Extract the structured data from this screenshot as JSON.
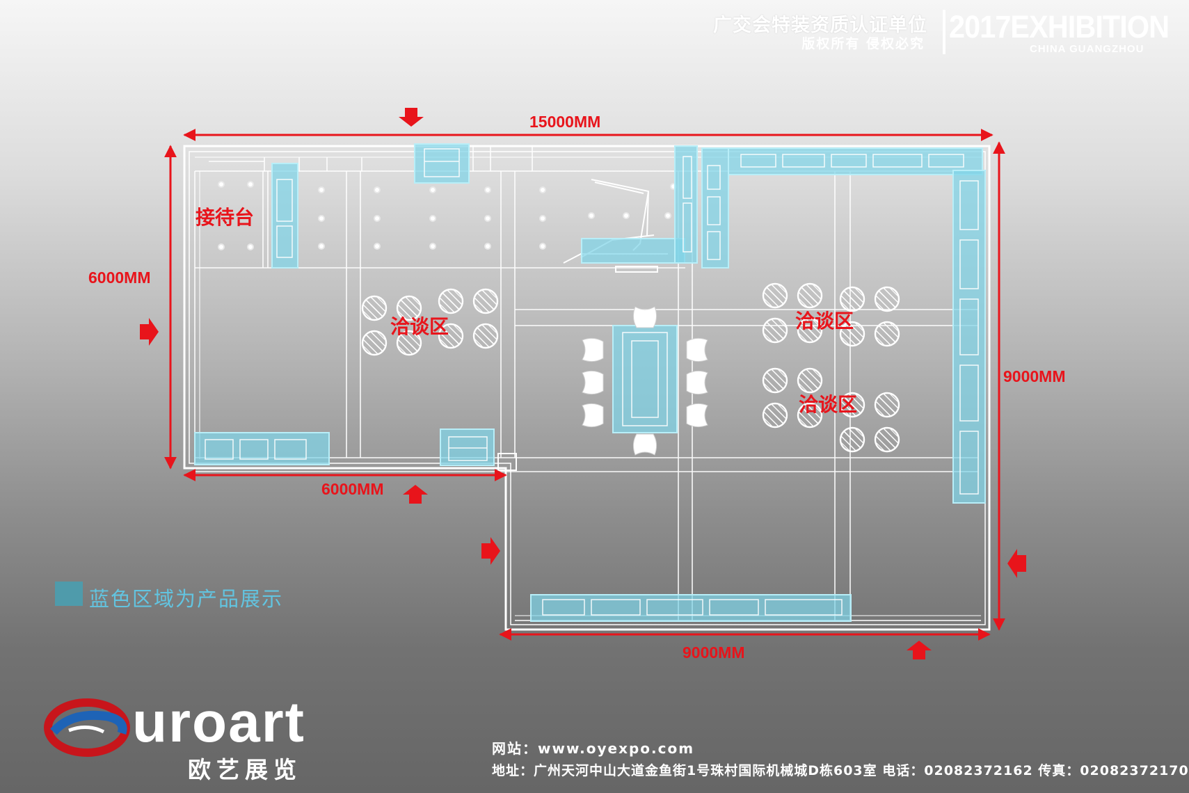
{
  "header": {
    "title_cn": "广交会特装资质认证单位",
    "rights_cn": "版权所有 侵权必究",
    "year_exhibition": "2017EXHIBITION",
    "location": "CHINA GUANGZHOU"
  },
  "dimensions": {
    "top": "15000MM",
    "left": "6000MM",
    "right": "9000MM",
    "bottom_left": "6000MM",
    "bottom_right": "9000MM"
  },
  "zones": {
    "reception": "接待台",
    "negotiation_1": "洽谈区",
    "negotiation_2": "洽谈区",
    "negotiation_3": "洽谈区"
  },
  "legend": {
    "text": "蓝色区域为产品展示",
    "color": "#4f9bab"
  },
  "footer": {
    "website": "网站：www.oyexpo.com",
    "address": "地址：广州天河中山大道金鱼街1号珠村国际机械城D栋603室 电话：02082372162 传真：02082372170"
  },
  "logo": {
    "word": "uroart",
    "cn": "欧艺展览"
  },
  "colors": {
    "accent": "#e8141b",
    "display_area": "#7fd4e8",
    "lines": "#ffffff"
  },
  "icons": [
    "entrance-arrow-icon",
    "dimension-arrow-icon",
    "chair-icon",
    "spotlight-icon"
  ]
}
